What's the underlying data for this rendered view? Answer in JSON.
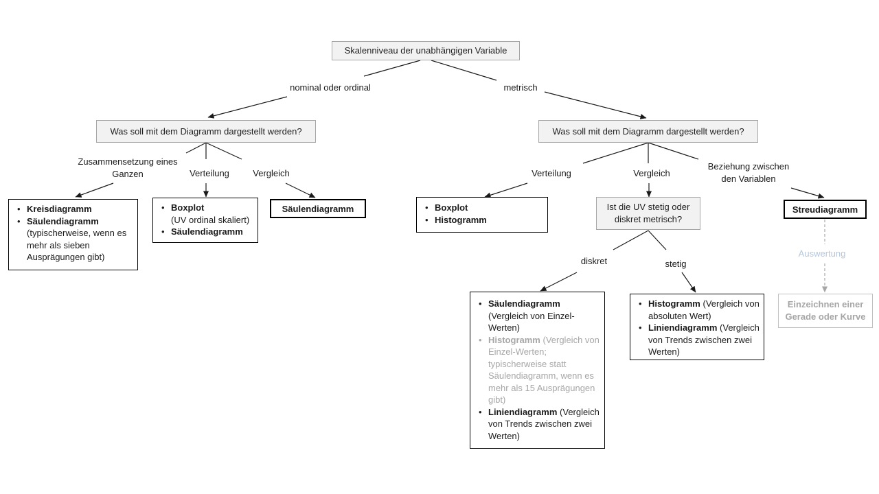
{
  "colors": {
    "box_fill_gray": "#f2f2f2",
    "box_border_gray": "#a6a6a6",
    "muted_text": "#a6a6a6",
    "evaluation_label": "#b4c7dd",
    "line": "#1a1a1a"
  },
  "root": {
    "label": "Skalenniveau der unabhängigen Variable"
  },
  "left": {
    "edge_label": "nominal oder ordinal",
    "question": "Was soll mit dem Diagramm dargestellt werden?",
    "edge_composition": [
      "Zusammensetzung eines",
      "Ganzen"
    ],
    "edge_distribution": "Verteilung",
    "edge_comparison": "Vergleich",
    "composition_box": {
      "items": [
        {
          "name": "Kreisdiagramm"
        },
        {
          "name": "Säulendiagramm",
          "note": "(typischerweise, wenn es mehr als sieben Ausprägungen gibt)"
        }
      ]
    },
    "distribution_box": {
      "items": [
        {
          "name": "Boxplot",
          "note": "(UV ordinal skaliert)"
        },
        {
          "name": "Säulendiagramm"
        }
      ]
    },
    "comparison_box": "Säulendiagramm"
  },
  "right": {
    "edge_label": "metrisch",
    "question": "Was soll mit dem Diagramm dargestellt werden?",
    "edge_distribution": "Verteilung",
    "edge_comparison": "Vergleich",
    "edge_relationship": [
      "Beziehung zwischen",
      "den Variablen"
    ],
    "distribution_box": {
      "items": [
        {
          "name": "Boxplot"
        },
        {
          "name": "Histogramm"
        }
      ]
    },
    "uv_question": "Ist die UV stetig oder diskret metrisch?",
    "edge_discrete": "diskret",
    "edge_continuous": "stetig",
    "discrete_box": {
      "items": [
        {
          "name": "Säulendiagramm",
          "note": "(Vergleich von Einzel-Werten)"
        },
        {
          "name": "Histogramm",
          "note": "(Vergleich von Einzel-Werten; typischerweise statt Säulendiagramm, wenn es mehr als 15 Ausprägungen gibt)"
        },
        {
          "name": "Liniendiagramm",
          "note": "(Vergleich von Trends zwischen zwei Werten)"
        }
      ]
    },
    "continuous_box": {
      "items": [
        {
          "name": "Histogramm",
          "note": "(Vergleich von absoluten Wert)"
        },
        {
          "name": "Liniendiagramm",
          "note": "(Vergleich von Trends zwischen zwei Werten)"
        }
      ]
    },
    "relationship_box": "Streudiagramm",
    "edge_evaluation": "Auswertung",
    "evaluation_box": "Einzeichnen einer Gerade oder Kurve"
  }
}
